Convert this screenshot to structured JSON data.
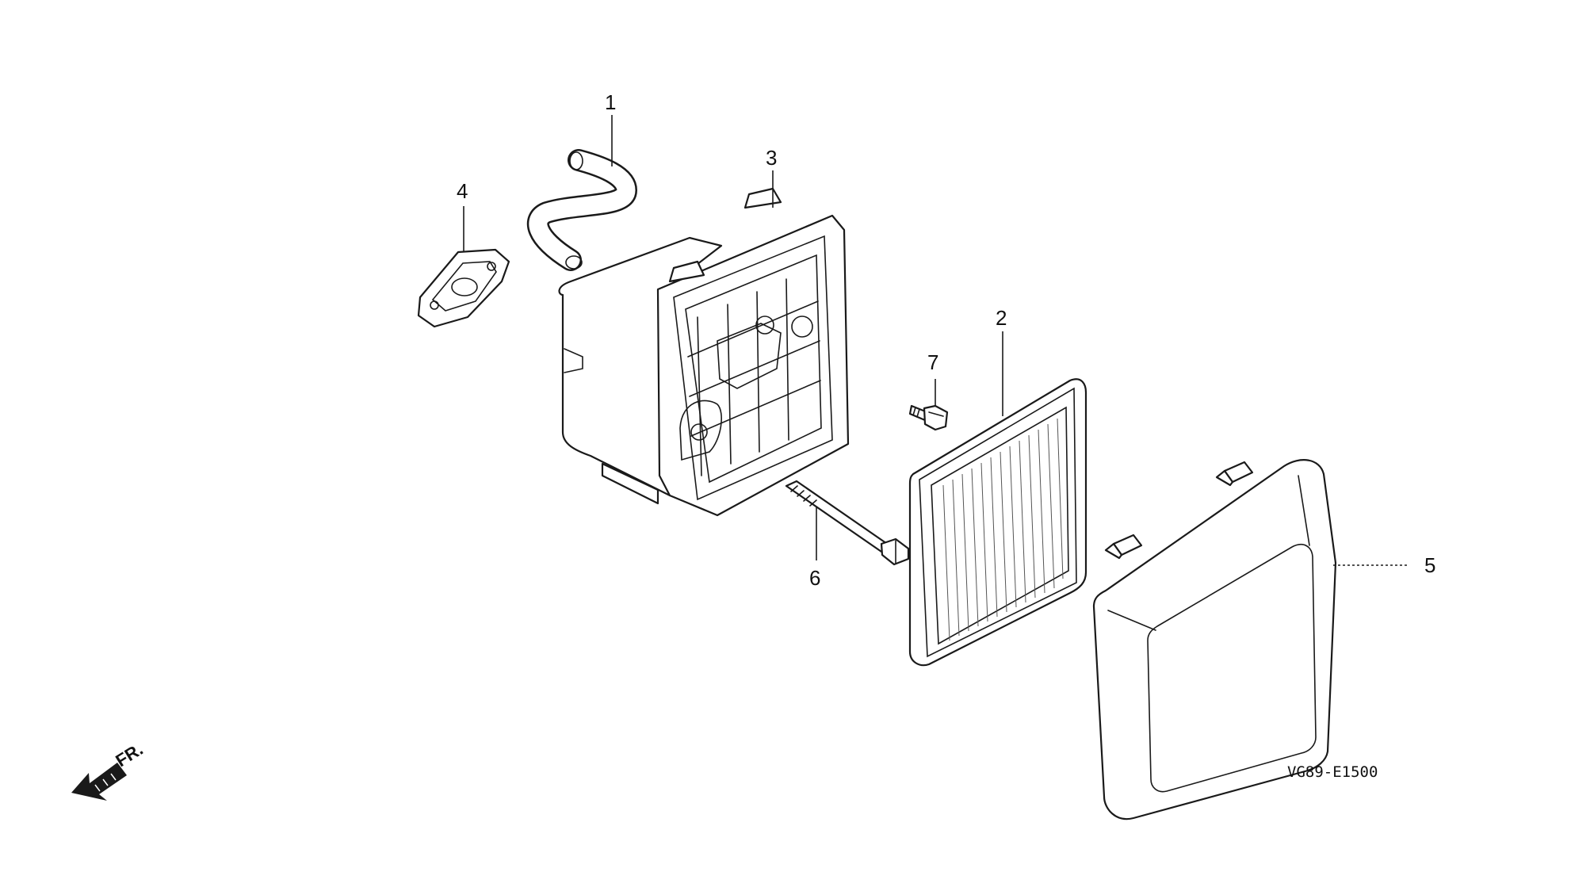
{
  "diagram": {
    "callouts": {
      "c1": "1",
      "c2": "2",
      "c3": "3",
      "c4": "4",
      "c5": "5",
      "c6": "6",
      "c7": "7"
    },
    "direction_label": "FR.",
    "drawing_code": "VG89-E1500"
  }
}
